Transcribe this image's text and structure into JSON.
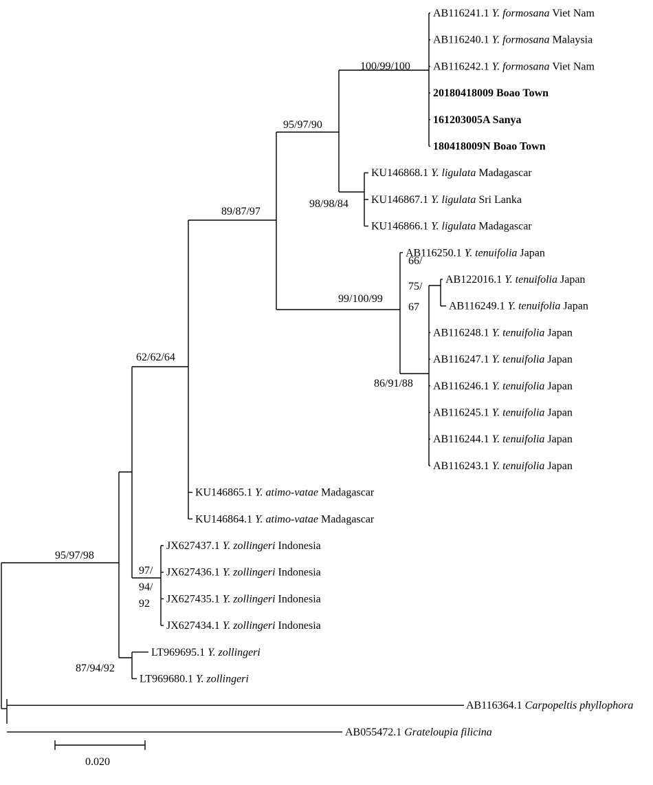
{
  "taxa": [
    {
      "acc": "AB116241.1",
      "species": "Y. formosana",
      "loc": "Viet Nam",
      "bold": false
    },
    {
      "acc": "AB116240.1",
      "species": "Y. formosana",
      "loc": "Malaysia",
      "bold": false
    },
    {
      "acc": "AB116242.1",
      "species": "Y. formosana",
      "loc": "Viet Nam",
      "bold": false
    },
    {
      "acc": "20180418009",
      "species": "",
      "loc": "Boao Town",
      "bold": true
    },
    {
      "acc": "161203005A",
      "species": "",
      "loc": "Sanya",
      "bold": true
    },
    {
      "acc": "180418009N",
      "species": "",
      "loc": "Boao Town",
      "bold": true
    },
    {
      "acc": "KU146868.1",
      "species": "Y. ligulata",
      "loc": "Madagascar",
      "bold": false
    },
    {
      "acc": "KU146867.1",
      "species": "Y. ligulata",
      "loc": "Sri Lanka",
      "bold": false
    },
    {
      "acc": "KU146866.1",
      "species": "Y. ligulata",
      "loc": "Madagascar",
      "bold": false
    },
    {
      "acc": "AB116250.1",
      "species": "Y. tenuifolia",
      "loc": "Japan",
      "bold": false
    },
    {
      "acc": "AB122016.1",
      "species": "Y. tenuifolia",
      "loc": "Japan",
      "bold": false
    },
    {
      "acc": "AB116249.1",
      "species": "Y. tenuifolia",
      "loc": "Japan",
      "bold": false
    },
    {
      "acc": "AB116248.1",
      "species": "Y. tenuifolia",
      "loc": "Japan",
      "bold": false
    },
    {
      "acc": "AB116247.1",
      "species": "Y. tenuifolia",
      "loc": "Japan",
      "bold": false
    },
    {
      "acc": "AB116246.1",
      "species": "Y. tenuifolia",
      "loc": "Japan",
      "bold": false
    },
    {
      "acc": "AB116245.1",
      "species": "Y. tenuifolia",
      "loc": "Japan",
      "bold": false
    },
    {
      "acc": "AB116244.1",
      "species": "Y. tenuifolia",
      "loc": "Japan",
      "bold": false
    },
    {
      "acc": "AB116243.1",
      "species": "Y. tenuifolia",
      "loc": "Japan",
      "bold": false
    },
    {
      "acc": "KU146865.1",
      "species": "Y. atimo-vatae",
      "loc": "Madagascar",
      "bold": false
    },
    {
      "acc": "KU146864.1",
      "species": "Y. atimo-vatae",
      "loc": "Madagascar",
      "bold": false
    },
    {
      "acc": "JX627437.1",
      "species": "Y. zollingeri",
      "loc": "Indonesia",
      "bold": false
    },
    {
      "acc": "JX627436.1",
      "species": "Y. zollingeri",
      "loc": "Indonesia",
      "bold": false
    },
    {
      "acc": "JX627435.1",
      "species": "Y. zollingeri",
      "loc": "Indonesia",
      "bold": false
    },
    {
      "acc": "JX627434.1",
      "species": "Y. zollingeri",
      "loc": "Indonesia",
      "bold": false
    },
    {
      "acc": "LT969695.1",
      "species": "Y. zollingeri",
      "loc": "",
      "bold": false
    },
    {
      "acc": "LT969680.1",
      "species": "Y. zollingeri",
      "loc": "",
      "bold": false
    },
    {
      "acc": "AB116364.1",
      "species": "Carpopeltis phyllophora",
      "loc": "",
      "bold": false
    },
    {
      "acc": "AB055472.1",
      "species": "Grateloupia filicina",
      "loc": "",
      "bold": false
    }
  ],
  "support": {
    "formosana_clade": "100/99/100",
    "formosana_ligulata": "95/97/90",
    "ligulata_clade": "98/98/84",
    "big_clade": "89/87/97",
    "tenuifolia_clade": "99/100/99",
    "tenuifolia_sub_a": "66/",
    "tenuifolia_sub_b": "75/",
    "tenuifolia_sub_c": "67",
    "tenuifolia_poly": "86/91/88",
    "atimo_node": "62/62/64",
    "ingroup": "95/97/98",
    "zollingeri_a": "97/",
    "zollingeri_b": "94/",
    "zollingeri_c": "92",
    "lt_clade": "87/94/92"
  },
  "scale_bar": {
    "label": "0.020"
  }
}
